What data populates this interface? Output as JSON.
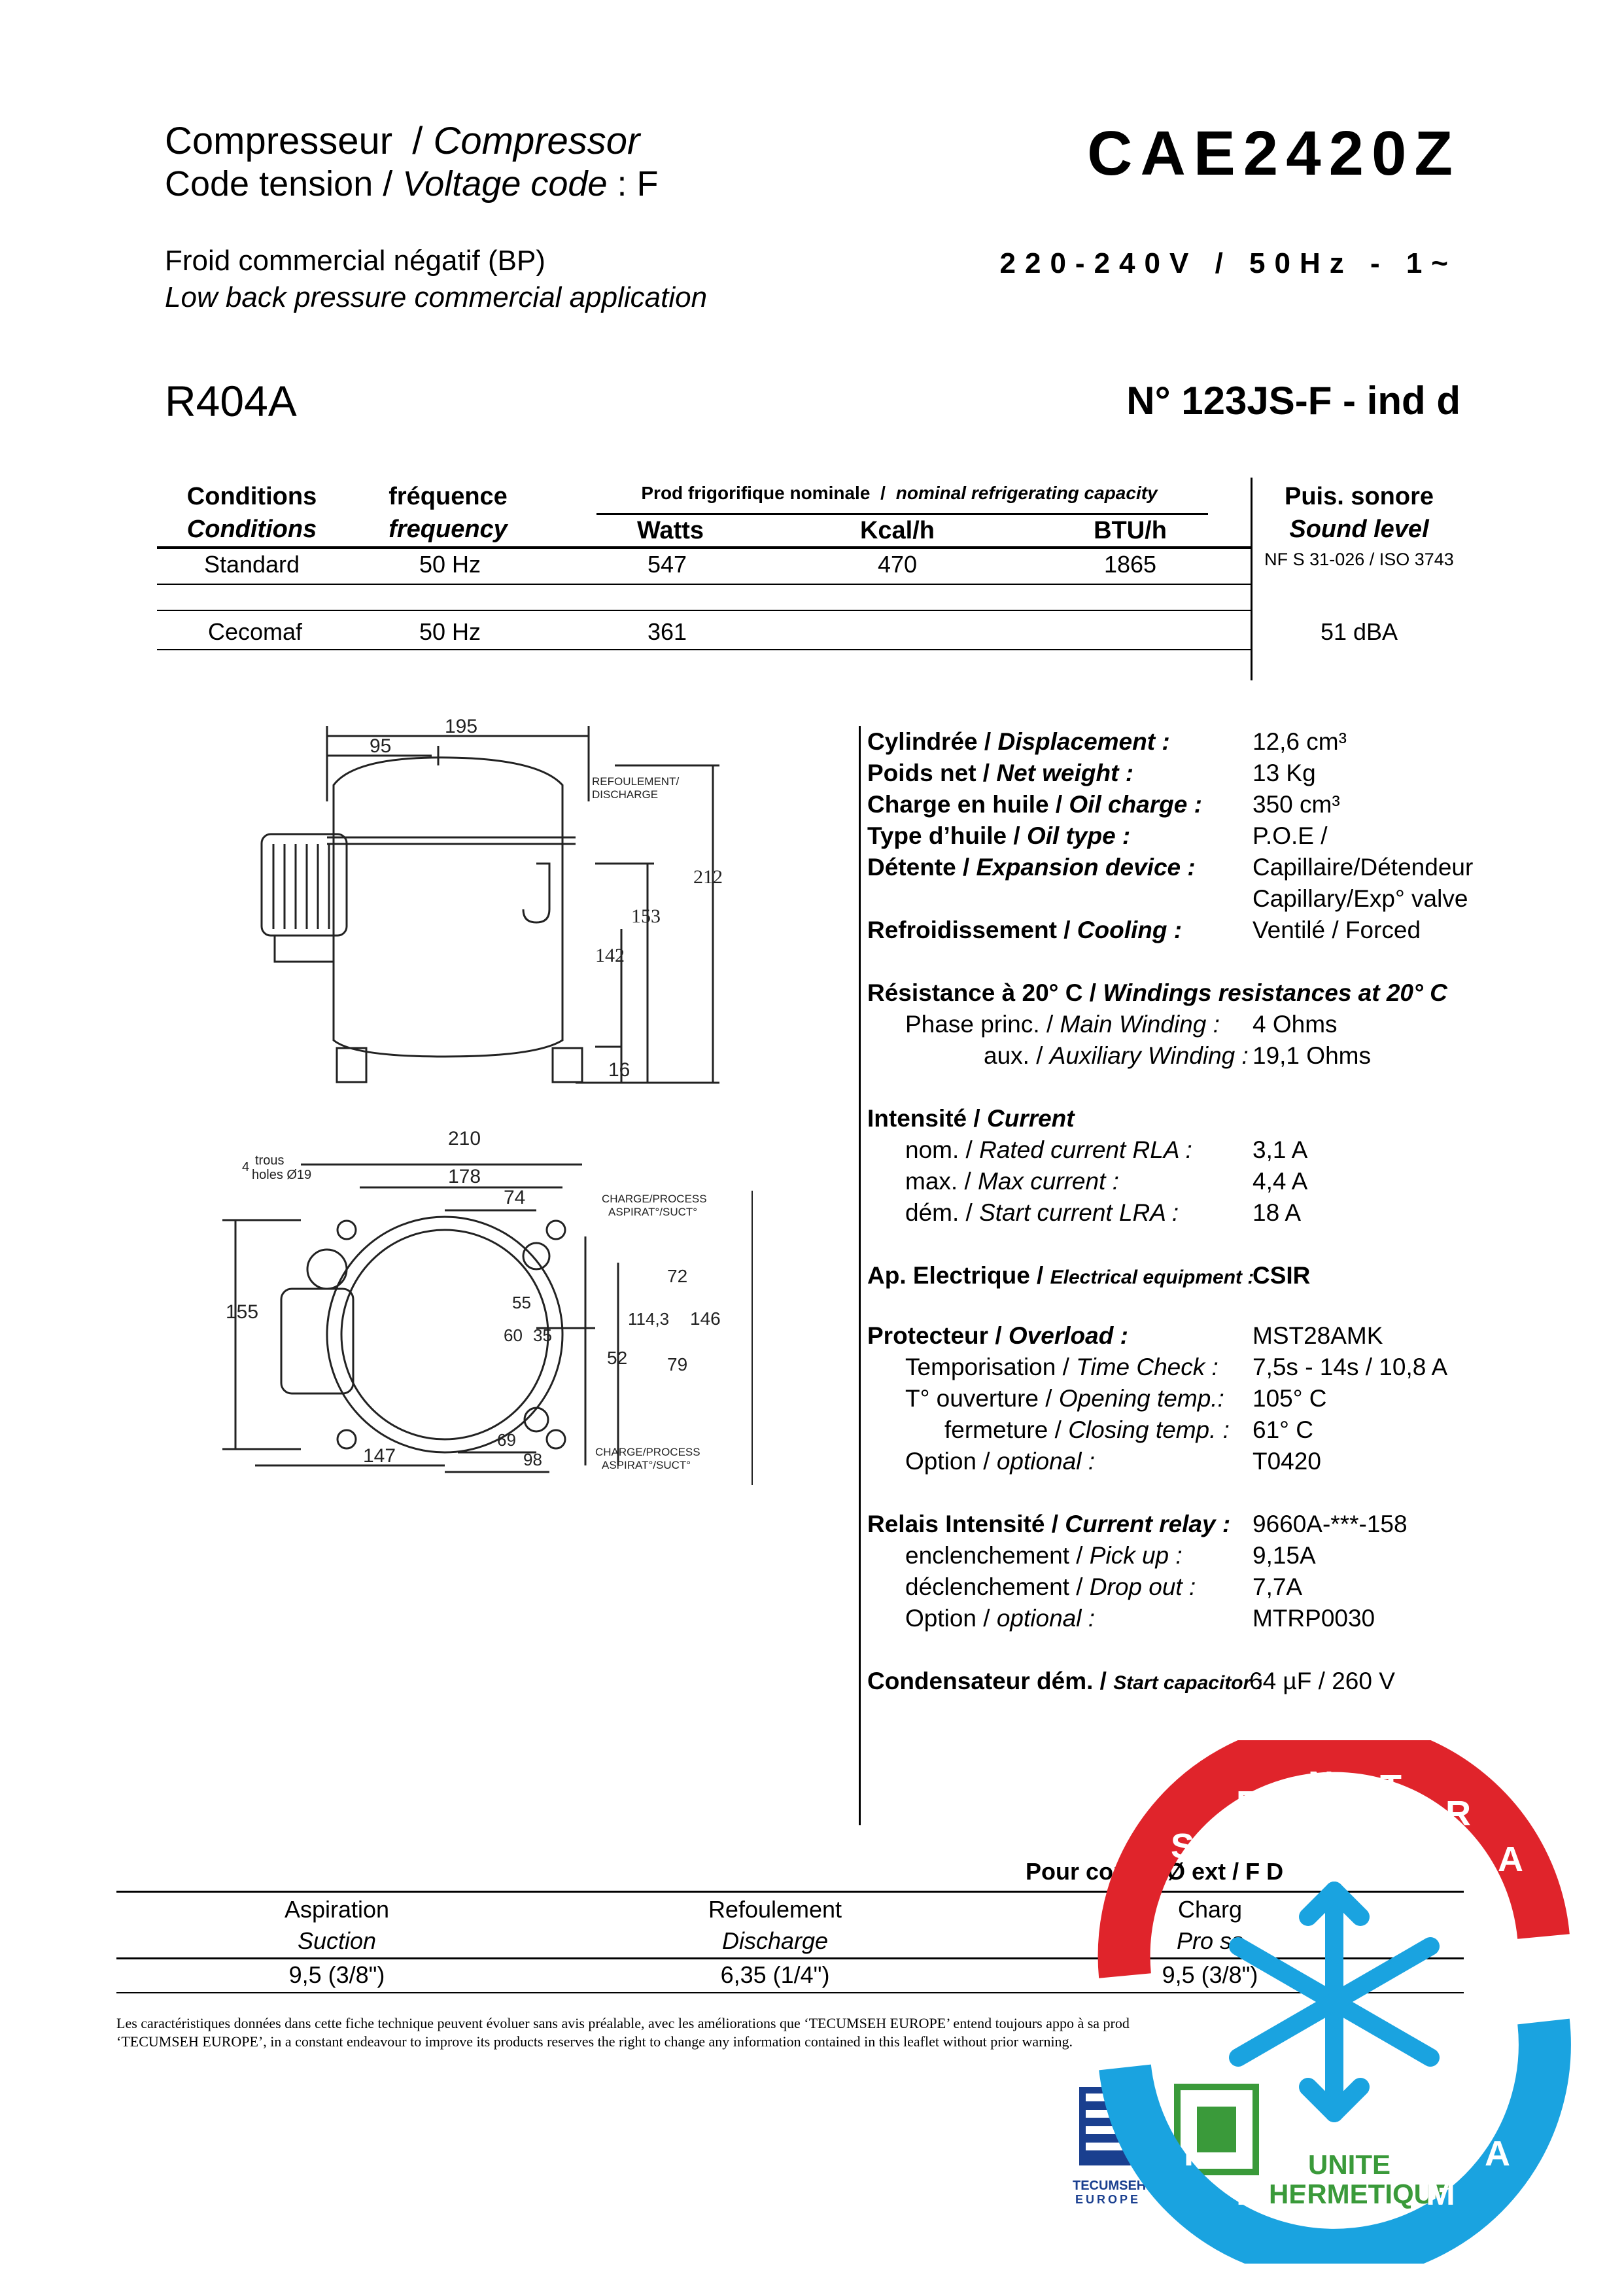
{
  "header": {
    "line1_fr": "Compresseur",
    "line1_sep": "/",
    "line1_en": "Compressor",
    "line2_fr": "Code tension /",
    "line2_en": "Voltage code",
    "line2_val": ": F",
    "app_fr": "Froid commercial négatif (BP)",
    "app_en": "Low back pressure commercial application",
    "refrigerant": "R404A",
    "model": "CAE2420Z",
    "voltage": "220-240V / 50Hz - 1~",
    "ref_no": "N° 123JS-F - ind d"
  },
  "perf_table": {
    "col_conditions_fr": "Conditions",
    "col_conditions_en": "Conditions",
    "col_freq_fr": "fréquence",
    "col_freq_en": "frequency",
    "col_capacity_fr": "Prod frigorifique nominale",
    "col_capacity_sep": "/",
    "col_capacity_en": "nominal refrigerating capacity",
    "col_watts": "Watts",
    "col_kcal": "Kcal/h",
    "col_btu": "BTU/h",
    "col_sound_fr": "Puis. sonore",
    "col_sound_en": "Sound level",
    "standard_note": "NF S 31-026 / ISO 3743",
    "rows": [
      {
        "condition": "Standard",
        "freq": "50 Hz",
        "watts": "547",
        "kcal": "470",
        "btu": "1865"
      },
      {
        "condition": "Cecomaf",
        "freq": "50 Hz",
        "watts": "361",
        "kcal": "",
        "btu": "",
        "sound": "51 dBA"
      }
    ]
  },
  "drawing": {
    "dims_side": [
      "195",
      "95",
      "212",
      "153",
      "142",
      "16"
    ],
    "label_discharge": "REFOULEMENT/",
    "label_discharge2": "DISCHARGE",
    "dims_top": [
      "210",
      "178",
      "74",
      "155",
      "55",
      "60",
      "35",
      "72",
      "114,3",
      "146",
      "52",
      "79",
      "147",
      "69",
      "98"
    ],
    "label_holes1": "trous",
    "label_holes2": "holes Ø19",
    "label_holes_n": "4",
    "label_charge1": "CHARGE/PROCESS",
    "label_charge2": "ASPIRAT°/SUCT°"
  },
  "specs": {
    "displacement_label_fr": "Cylindrée /",
    "displacement_label_en": "Displacement :",
    "displacement": "12,6 cm³",
    "weight_label_fr": "Poids net /",
    "weight_label_en": "Net weight :",
    "weight": "13 Kg",
    "oil_charge_label_fr": "Charge en huile /",
    "oil_charge_label_en": "Oil charge :",
    "oil_charge": "350 cm³",
    "oil_type_label_fr": "Type d’huile /",
    "oil_type_label_en": "Oil type :",
    "oil_type": "P.O.E /",
    "expansion_label_fr": "Détente /",
    "expansion_label_en": "Expansion device :",
    "expansion_1": "Capillaire/Détendeur",
    "expansion_2": "Capillary/Exp° valve",
    "cooling_label_fr": "Refroidissement /",
    "cooling_label_en": "Cooling :",
    "cooling": "Ventilé / Forced",
    "resistance_title_fr": "Résistance à 20° C /",
    "resistance_title_en": "Windings resistances at 20° C",
    "main_label_a": "Phase  princ. /",
    "main_label_b": "Main Winding :",
    "main_value": "4 Ohms",
    "aux_label_a": "aux. /",
    "aux_label_b": "Auxiliary Winding :",
    "aux_value": "19,1 Ohms",
    "current_title_fr": "Intensité /",
    "current_title_en": "Current",
    "rla_label_a": "nom. /",
    "rla_label_b": "Rated current RLA :",
    "rla": "3,1 A",
    "max_label_a": "max. /",
    "max_label_b": "Max current  :",
    "max": "4,4 A",
    "lra_label_a": "dém. /",
    "lra_label_b": "Start current LRA :",
    "lra": "18 A",
    "elec_label_fr": "Ap. Electrique /",
    "elec_label_en": "Electrical equipment :",
    "elec": "CSIR",
    "overload_label_fr": "Protecteur /",
    "overload_label_en": "Overload :",
    "overload": "MST28AMK",
    "time_label_a": "Temporisation /",
    "time_label_b": "Time Check :",
    "time": "7,5s - 14s / 10,8 A",
    "open_label_a": "T°  ouverture /",
    "open_label_b": "Opening temp.:",
    "open": "105° C",
    "close_label_a": "fermeture /",
    "close_label_b": "Closing temp. :",
    "close": "61° C",
    "opt1_label_a": "Option /",
    "opt1_label_b": "optional :",
    "opt1": "T0420",
    "relay_label_fr": "Relais Intensité /",
    "relay_label_en": "Current relay :",
    "relay": "9660A-***-158",
    "pickup_label_a": "enclenchement /",
    "pickup_label_b": "Pick up :",
    "pickup": "9,15A",
    "dropout_label_a": "déclenchement /",
    "dropout_label_b": "Drop out :",
    "dropout": "7,7A",
    "opt2_label_a": "Option /",
    "opt2_label_b": "optional :",
    "opt2": "MTRP0030",
    "cap_label_fr": "Condensateur dém. /",
    "cap_label_en": "Start capacitor :",
    "cap": "64 µF / 260 V"
  },
  "connections": {
    "title": "Pour con    es Ø ext / F             D",
    "suction_fr": "Aspiration",
    "suction_en": "Suction",
    "suction": "9,5 (3/8\")",
    "discharge_fr": "Refoulement",
    "discharge_en": "Discharge",
    "discharge": "6,35 (1/4\")",
    "process_fr": "Charg",
    "process_en": "Pro    ss",
    "process": "9,5 (3/8\")"
  },
  "footer": {
    "note_fr": "Les caractéristiques données dans cette fiche technique peuvent évoluer sans avis préalable, avec les améliorations que ‘TECUMSEH EUROPE’ entend toujours appo     à sa prod",
    "note_en": "‘TECUMSEH EUROPE’, in a constant endeavour to improve its products reserves the right to change any information contained in this leaflet without prior warning."
  },
  "logos": {
    "tecumseh": "TECUMSEH",
    "europe": "EUROPE",
    "unite1": "UNITE",
    "unite2": "HERMETIQUE",
    "watermark": "SENTRA IKLIMA",
    "wm_letters": [
      "S",
      "E",
      "N",
      "T",
      "R",
      "A"
    ],
    "wm_letters2": [
      "I",
      "K",
      "L",
      "I",
      "M",
      "A"
    ]
  },
  "colors": {
    "watermark_red": "#e0242b",
    "watermark_blue": "#1aa3e0",
    "logo_blue": "#1a3f8f",
    "logo_green": "#3a9a3a"
  }
}
